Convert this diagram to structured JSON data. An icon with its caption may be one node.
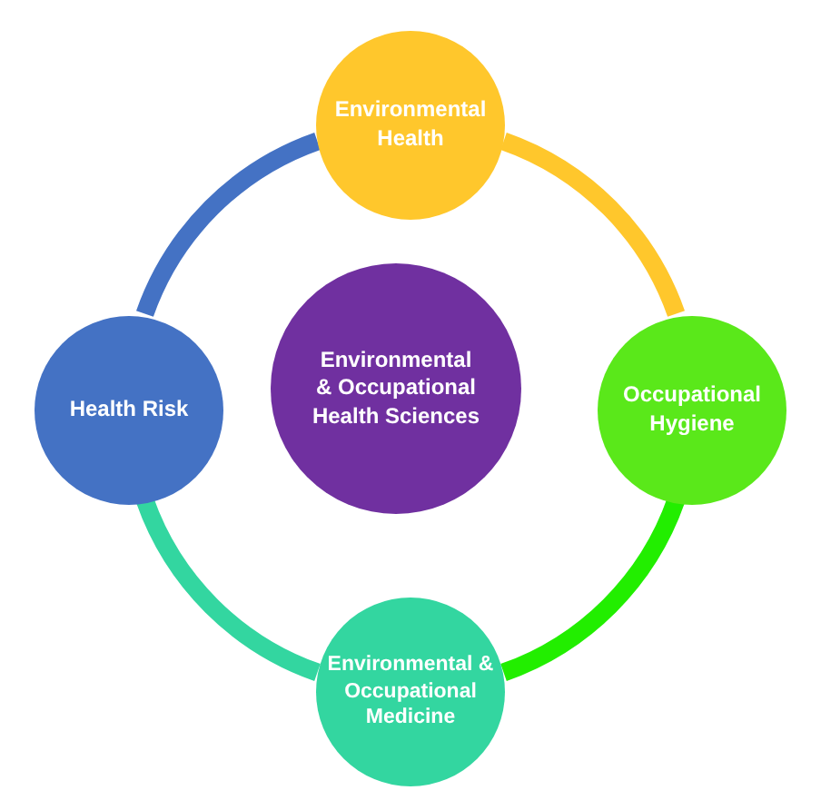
{
  "diagram": {
    "nodes": [
      {
        "text": [
          "Environmental Health"
        ]
      },
      {
        "text": [
          "Health Risk"
        ]
      },
      {
        "text": [
          "Environmental & Occupational Health Sciences"
        ]
      },
      {
        "text": [
          "Occupational Hygiene"
        ]
      },
      {
        "text": [
          "Environmental & Occupational Medicine"
        ]
      }
    ],
    "edges": [
      {
        "from": 0,
        "to": 3,
        "arrow": "none",
        "color": "#ffc72c"
      },
      {
        "from": 3,
        "to": 4,
        "arrow": "none",
        "color": "#22ee00"
      },
      {
        "from": 4,
        "to": 1,
        "arrow": "none",
        "color": "#33d6a0"
      },
      {
        "from": 1,
        "to": 0,
        "arrow": "none",
        "color": "#4472c4"
      }
    ]
  }
}
